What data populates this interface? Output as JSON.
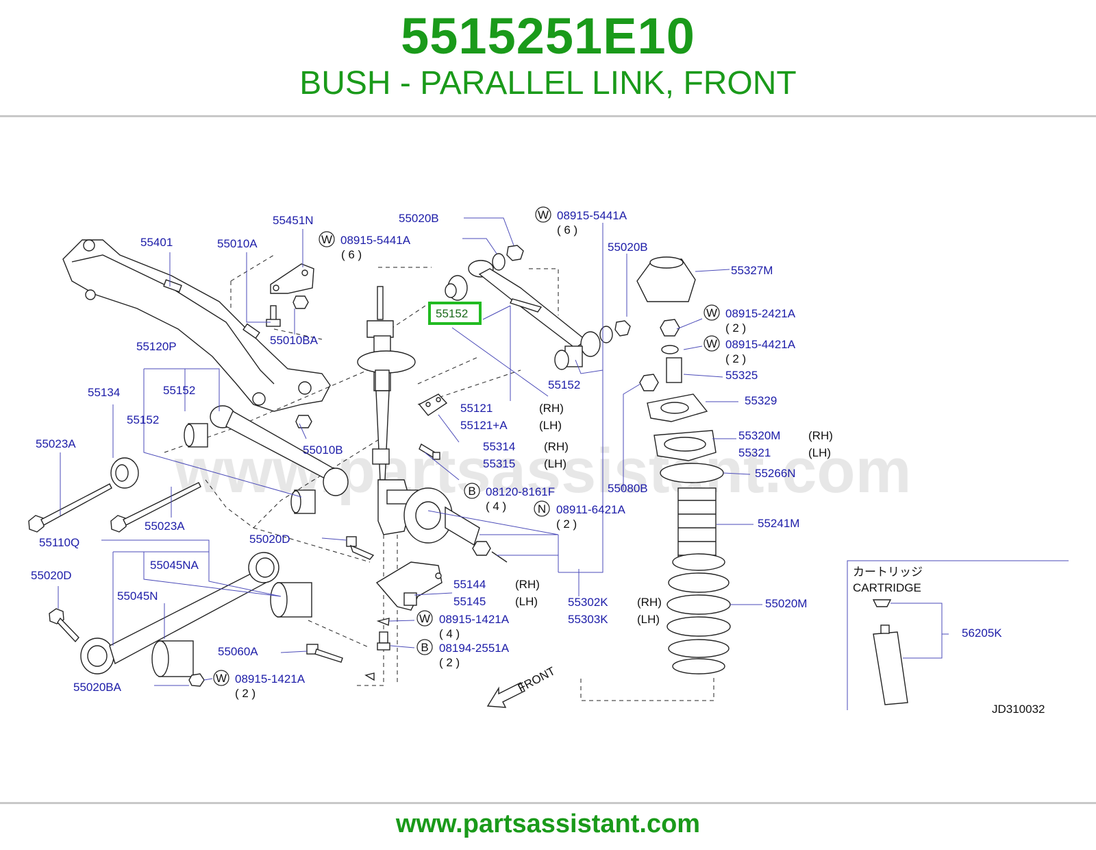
{
  "header": {
    "part_number": "5515251E10",
    "description": "BUSH - PARALLEL LINK, FRONT"
  },
  "footer": {
    "url": "www.partsassistant.com"
  },
  "diagram": {
    "watermark": "www.partsassistant.com",
    "highlight": {
      "text": "55152",
      "color": "#22bb22"
    },
    "code": "JD310032",
    "front_label": "FRONT",
    "cartridge": {
      "jp": "カートリッジ",
      "en": "CARTRIDGE",
      "part": "56205K"
    },
    "labels": [
      {
        "id": "l1",
        "t": "55401"
      },
      {
        "id": "l2",
        "t": "55010A"
      },
      {
        "id": "l3",
        "t": "55451N"
      },
      {
        "id": "l4",
        "t": "08915-5441A"
      },
      {
        "id": "l5",
        "t": "( 6 )"
      },
      {
        "id": "l6",
        "t": "55020B"
      },
      {
        "id": "l7",
        "t": "08915-5441A"
      },
      {
        "id": "l8",
        "t": "( 6 )"
      },
      {
        "id": "l9",
        "t": "55020B"
      },
      {
        "id": "l10",
        "t": "55327M"
      },
      {
        "id": "l11",
        "t": "08915-2421A"
      },
      {
        "id": "l12",
        "t": "( 2 )"
      },
      {
        "id": "l13",
        "t": "08915-4421A"
      },
      {
        "id": "l14",
        "t": "( 2 )"
      },
      {
        "id": "l15",
        "t": "55325"
      },
      {
        "id": "l16",
        "t": "55329"
      },
      {
        "id": "l17",
        "t": "55320M"
      },
      {
        "id": "l18",
        "t": "55321"
      },
      {
        "id": "l19",
        "t": "55266N"
      },
      {
        "id": "l20",
        "t": "55080B"
      },
      {
        "id": "l21",
        "t": "55241M"
      },
      {
        "id": "l22",
        "t": "55020M"
      },
      {
        "id": "l23",
        "t": "55010BA"
      },
      {
        "id": "l24",
        "t": "55120P"
      },
      {
        "id": "l25",
        "t": "55134"
      },
      {
        "id": "l26",
        "t": "55152"
      },
      {
        "id": "l27",
        "t": "55152"
      },
      {
        "id": "l28",
        "t": "55023A"
      },
      {
        "id": "l29",
        "t": "55010B"
      },
      {
        "id": "l30",
        "t": "55023A"
      },
      {
        "id": "l31",
        "t": "55152"
      },
      {
        "id": "l32",
        "t": "55121"
      },
      {
        "id": "l33",
        "t": "55121+A"
      },
      {
        "id": "l34",
        "t": "55314"
      },
      {
        "id": "l35",
        "t": "55315"
      },
      {
        "id": "l36",
        "t": "08120-8161F"
      },
      {
        "id": "l37",
        "t": "( 4 )"
      },
      {
        "id": "l38",
        "t": "08911-6421A"
      },
      {
        "id": "l39",
        "t": "( 2 )"
      },
      {
        "id": "l40",
        "t": "55110Q"
      },
      {
        "id": "l41",
        "t": "55020D"
      },
      {
        "id": "l42",
        "t": "55045NA"
      },
      {
        "id": "l43",
        "t": "55020D"
      },
      {
        "id": "l44",
        "t": "55045N"
      },
      {
        "id": "l45",
        "t": "55144"
      },
      {
        "id": "l46",
        "t": "55145"
      },
      {
        "id": "l47",
        "t": "55302K"
      },
      {
        "id": "l48",
        "t": "55303K"
      },
      {
        "id": "l49",
        "t": "08915-1421A"
      },
      {
        "id": "l50",
        "t": "( 4 )"
      },
      {
        "id": "l51",
        "t": "08194-2551A"
      },
      {
        "id": "l52",
        "t": "( 2 )"
      },
      {
        "id": "l53",
        "t": "55060A"
      },
      {
        "id": "l54",
        "t": "08915-1421A"
      },
      {
        "id": "l55",
        "t": "( 2 )"
      },
      {
        "id": "l56",
        "t": "55020BA"
      }
    ],
    "side": [
      {
        "id": "s1",
        "t": "(RH)"
      },
      {
        "id": "s2",
        "t": "(LH)"
      },
      {
        "id": "s3",
        "t": "(RH)"
      },
      {
        "id": "s4",
        "t": "(LH)"
      },
      {
        "id": "s5",
        "t": "(RH)"
      },
      {
        "id": "s6",
        "t": "(LH)"
      },
      {
        "id": "s7",
        "t": "(RH)"
      },
      {
        "id": "s8",
        "t": "(LH)"
      },
      {
        "id": "s9",
        "t": "(RH)"
      },
      {
        "id": "s10",
        "t": "(LH)"
      }
    ],
    "markers": [
      {
        "id": "m1",
        "t": "W"
      },
      {
        "id": "m2",
        "t": "W"
      },
      {
        "id": "m3",
        "t": "W"
      },
      {
        "id": "m4",
        "t": "W"
      },
      {
        "id": "m5",
        "t": "B"
      },
      {
        "id": "m6",
        "t": "N"
      },
      {
        "id": "m7",
        "t": "W"
      },
      {
        "id": "m8",
        "t": "B"
      },
      {
        "id": "m9",
        "t": "W"
      }
    ]
  }
}
